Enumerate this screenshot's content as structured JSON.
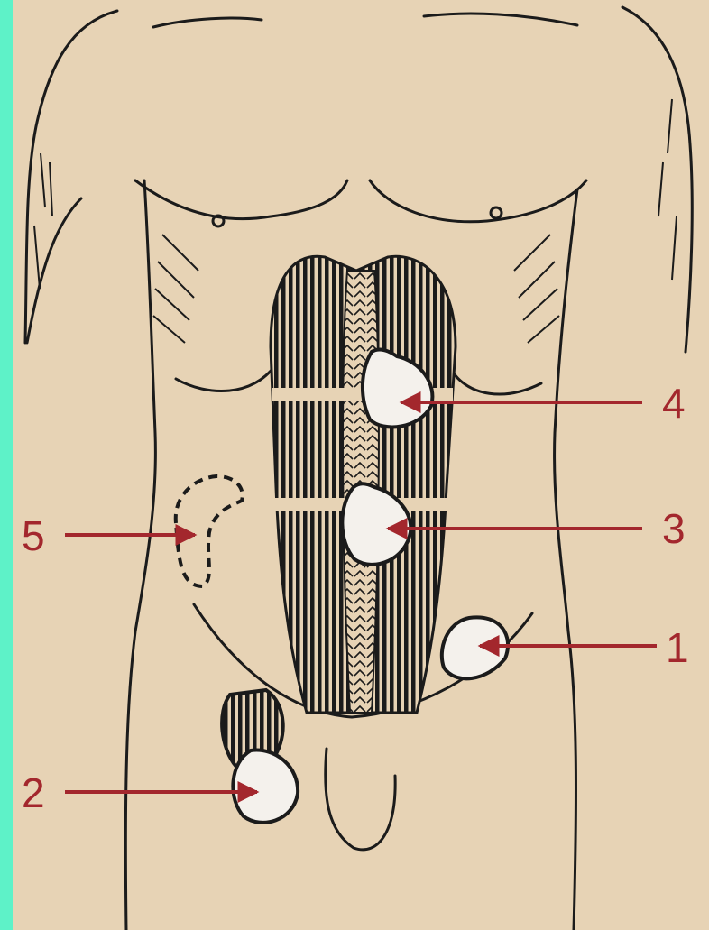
{
  "colors": {
    "border": "#5ef2c8",
    "background": "#e7d3b5",
    "ink": "#1b1b1b",
    "arrow": "#a3272d",
    "hernia": "#f4f1ec"
  },
  "labels": [
    {
      "id": "1",
      "text": "1"
    },
    {
      "id": "2",
      "text": "2"
    },
    {
      "id": "3",
      "text": "3"
    },
    {
      "id": "4",
      "text": "4"
    },
    {
      "id": "5",
      "text": "5"
    }
  ]
}
